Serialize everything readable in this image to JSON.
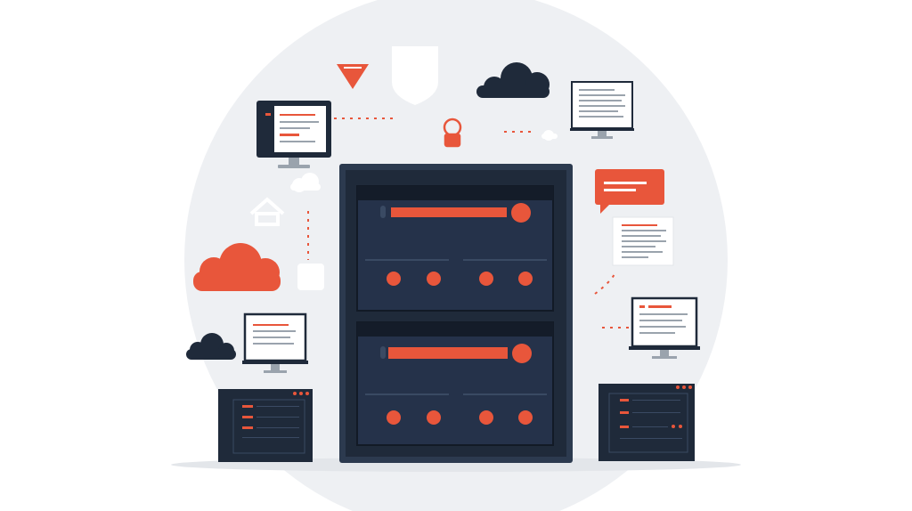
{
  "illustration": {
    "theme": "server-rack-cloud-network",
    "colors": {
      "navy": "#1f2a3a",
      "navy_inner": "#25324a",
      "accent": "#e8563b",
      "circle_bg": "#eef0f3",
      "paper": "#ffffff",
      "line_gray": "#c3c8d0",
      "screen_line": "#9aa3ad"
    },
    "icons": [
      "server-rack",
      "desktop-monitor",
      "cloud",
      "chat-bubble",
      "document",
      "shield",
      "lock",
      "warning-triangle",
      "home",
      "terminal-window"
    ]
  }
}
